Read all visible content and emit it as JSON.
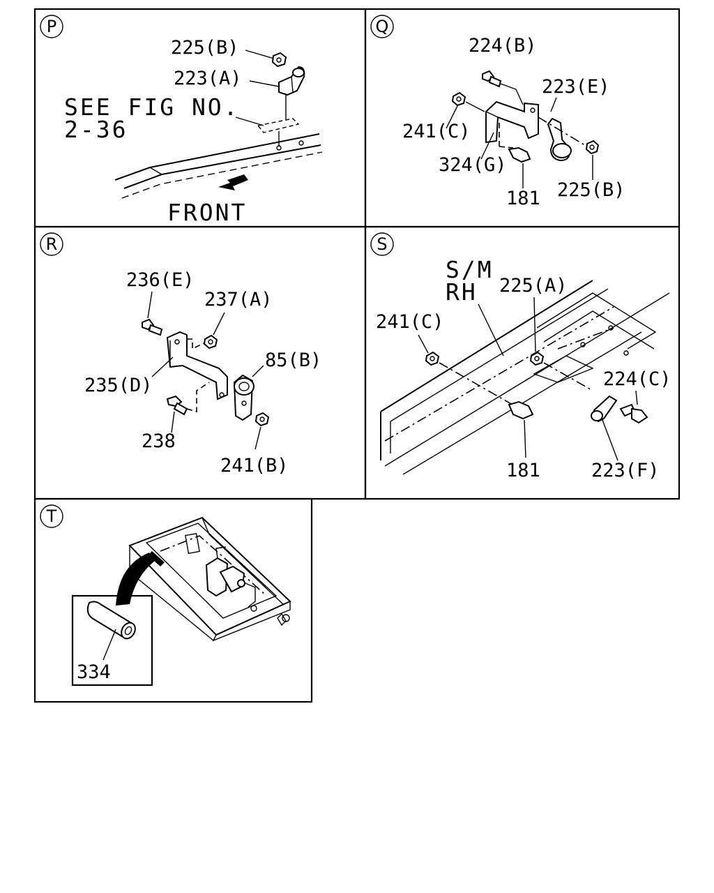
{
  "panels": {
    "P": {
      "circle_label": "P",
      "labels": {
        "p225b": "225(B)",
        "p223a": "223(A)",
        "see_fig_1": "SEE FIG NO.",
        "see_fig_2": "2-36",
        "front": "FRONT"
      }
    },
    "Q": {
      "circle_label": "Q",
      "labels": {
        "q224b": "224(B)",
        "q223e": "223(E)",
        "q241c": "241(C)",
        "q324g": "324(G)",
        "q181": "181",
        "q225b": "225(B)"
      }
    },
    "R": {
      "circle_label": "R",
      "labels": {
        "r236e": "236(E)",
        "r237a": "237(A)",
        "r85b": "85(B)",
        "r235d": "235(D)",
        "r238": "238",
        "r241b": "241(B)"
      }
    },
    "S": {
      "circle_label": "S",
      "labels": {
        "s_sm": "S/M",
        "s_rh": "RH",
        "s225a": "225(A)",
        "s241c": "241(C)",
        "s224c": "224(C)",
        "s181": "181",
        "s223f": "223(F)"
      }
    },
    "T": {
      "circle_label": "T",
      "labels": {
        "t334": "334"
      }
    }
  }
}
